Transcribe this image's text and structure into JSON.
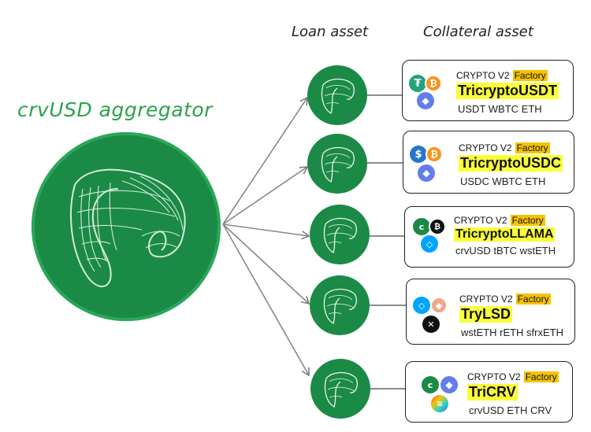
{
  "title": "crvUSD aggregator",
  "columns": {
    "loan": "Loan asset",
    "collateral": "Collateral asset"
  },
  "colors": {
    "accent_green": "#2ba24c",
    "logo_green": "#1b8a46",
    "highlight_yellow": "#f9ff3a",
    "factory_gold": "#f5c400"
  },
  "pools": [
    {
      "type": "CRYPTO V2",
      "badge": "Factory",
      "name": "TricryptoUSDT",
      "coins": "USDT WBTC ETH",
      "icons": [
        "tether-icon",
        "bitcoin-icon",
        "ethereum-icon"
      ]
    },
    {
      "type": "CRYPTO V2",
      "badge": "Factory",
      "name": "TricryptoUSDC",
      "coins": "USDC WBTC ETH",
      "icons": [
        "usdc-icon",
        "bitcoin-icon",
        "ethereum-icon"
      ]
    },
    {
      "type": "CRYPTO V2",
      "badge": "Factory",
      "name": "TricryptoLLAMA",
      "coins": "crvUSD tBTC wstETH",
      "icons": [
        "crvusd-icon",
        "tbtc-icon",
        "wsteth-icon"
      ]
    },
    {
      "type": "CRYPTO V2",
      "badge": "Factory",
      "name": "TryLSD",
      "coins": "wstETH rETH sfrxETH",
      "icons": [
        "wsteth-icon",
        "reth-icon",
        "sfrxeth-icon"
      ]
    },
    {
      "type": "CRYPTO V2",
      "badge": "Factory",
      "name": "TriCRV",
      "coins": "crvUSD ETH CRV",
      "icons": [
        "crvusd-icon",
        "ethereum-icon",
        "crv-icon"
      ]
    }
  ]
}
